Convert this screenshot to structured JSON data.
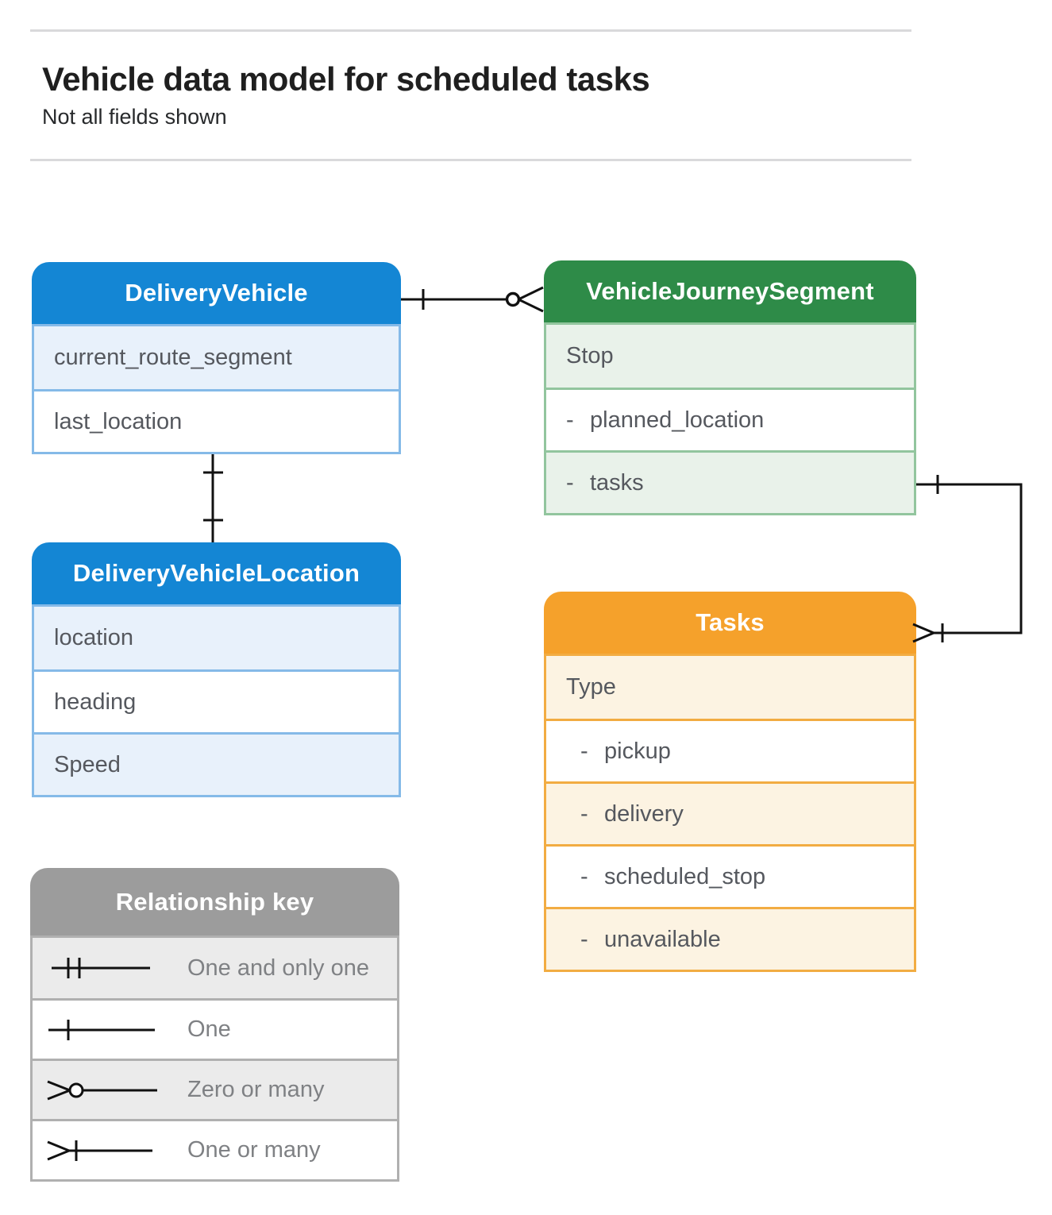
{
  "page": {
    "title": "Vehicle data model for scheduled tasks",
    "subtitle": "Not all fields shown"
  },
  "colors": {
    "blue_header": "#1486D4",
    "green_header": "#2E8B48",
    "orange_header": "#F5A12B",
    "gray_header": "#9C9C9C",
    "blue_tint": "#E8F1FB",
    "green_tint": "#E9F2EA",
    "orange_tint": "#FCF3E2",
    "gray_tint": "#EBEBEB",
    "connector_line": "#111111",
    "field_text": "#55585E"
  },
  "entities": [
    {
      "name": "DeliveryVehicle",
      "theme": "blue",
      "fields": [
        {
          "label": "current_route_segment"
        },
        {
          "label": "last_location"
        }
      ]
    },
    {
      "name": "VehicleJourneySegment",
      "theme": "green",
      "fields": [
        {
          "label": "Stop"
        },
        {
          "prefix": "-",
          "label": "planned_location"
        },
        {
          "prefix": "-",
          "label": "tasks"
        }
      ]
    },
    {
      "name": "DeliveryVehicleLocation",
      "theme": "blue",
      "fields": [
        {
          "label": "location"
        },
        {
          "label": "heading"
        },
        {
          "label": "Speed"
        }
      ]
    },
    {
      "name": "Tasks",
      "theme": "orange",
      "fields": [
        {
          "label": "Type"
        },
        {
          "prefix": "-",
          "label": "pickup"
        },
        {
          "prefix": "-",
          "label": "delivery"
        },
        {
          "prefix": "-",
          "label": "scheduled_stop"
        },
        {
          "prefix": "-",
          "label": "unavailable"
        }
      ]
    }
  ],
  "connections": [
    {
      "from": "DeliveryVehicle",
      "to": "VehicleJourneySegment",
      "from_cardinality": "one",
      "to_cardinality": "zero-or-many"
    },
    {
      "from": "DeliveryVehicle",
      "to": "DeliveryVehicleLocation",
      "from_cardinality": "one",
      "to_cardinality": "one"
    },
    {
      "from": "VehicleJourneySegment.tasks",
      "to": "Tasks",
      "from_cardinality": "one",
      "to_cardinality": "one-or-many"
    }
  ],
  "relationship_key": {
    "title": "Relationship key",
    "items": [
      {
        "symbol": "one-and-only-one",
        "label": "One and only one"
      },
      {
        "symbol": "one",
        "label": "One"
      },
      {
        "symbol": "zero-or-many",
        "label": "Zero or many"
      },
      {
        "symbol": "one-or-many",
        "label": "One or many"
      }
    ]
  }
}
